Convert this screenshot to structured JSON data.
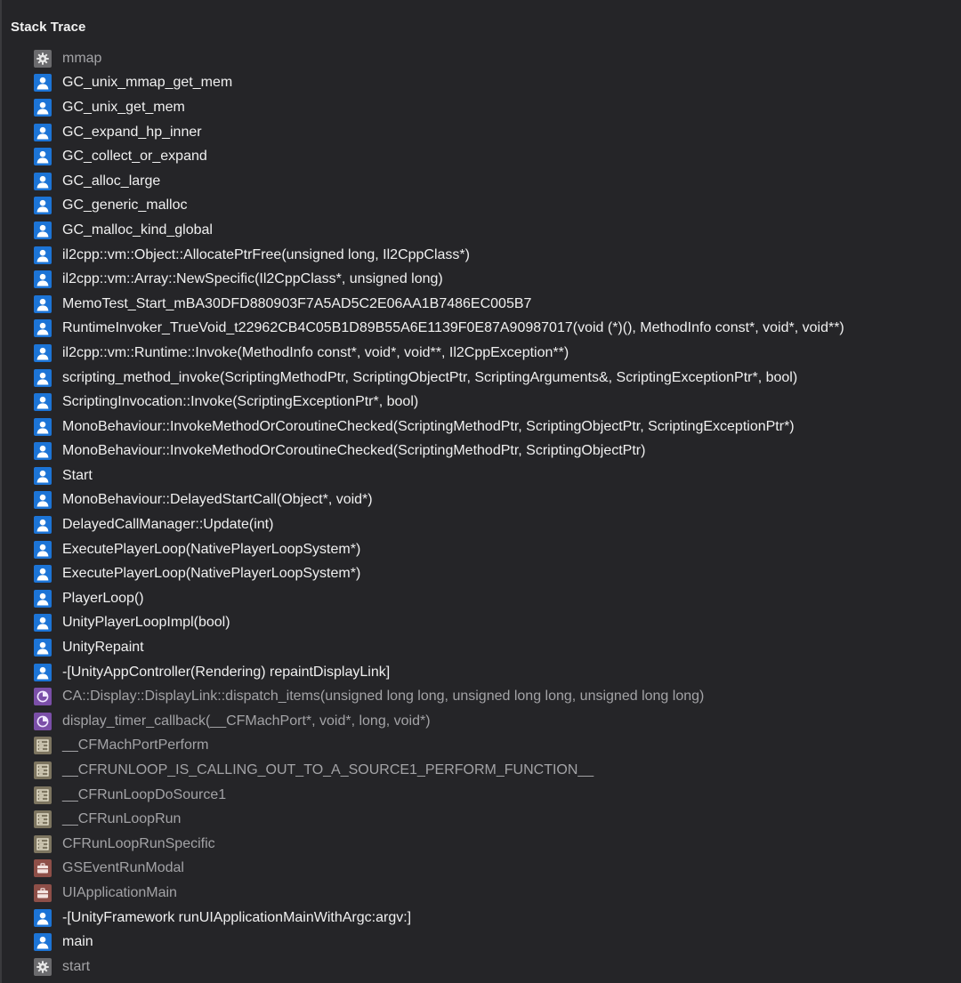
{
  "panel": {
    "title": "Stack Trace"
  },
  "frames": [
    {
      "label": "mmap",
      "icon": "gear-icon",
      "kind": "system"
    },
    {
      "label": "GC_unix_mmap_get_mem",
      "icon": "user-code-icon",
      "kind": "user"
    },
    {
      "label": "GC_unix_get_mem",
      "icon": "user-code-icon",
      "kind": "user"
    },
    {
      "label": "GC_expand_hp_inner",
      "icon": "user-code-icon",
      "kind": "user"
    },
    {
      "label": "GC_collect_or_expand",
      "icon": "user-code-icon",
      "kind": "user"
    },
    {
      "label": "GC_alloc_large",
      "icon": "user-code-icon",
      "kind": "user"
    },
    {
      "label": "GC_generic_malloc",
      "icon": "user-code-icon",
      "kind": "user"
    },
    {
      "label": "GC_malloc_kind_global",
      "icon": "user-code-icon",
      "kind": "user"
    },
    {
      "label": "il2cpp::vm::Object::AllocatePtrFree(unsigned long, Il2CppClass*)",
      "icon": "user-code-icon",
      "kind": "user"
    },
    {
      "label": "il2cpp::vm::Array::NewSpecific(Il2CppClass*, unsigned long)",
      "icon": "user-code-icon",
      "kind": "user"
    },
    {
      "label": "MemoTest_Start_mBA30DFD880903F7A5AD5C2E06AA1B7486EC005B7",
      "icon": "user-code-icon",
      "kind": "user"
    },
    {
      "label": "RuntimeInvoker_TrueVoid_t22962CB4C05B1D89B55A6E1139F0E87A90987017(void (*)(), MethodInfo const*, void*, void**)",
      "icon": "user-code-icon",
      "kind": "user"
    },
    {
      "label": "il2cpp::vm::Runtime::Invoke(MethodInfo const*, void*, void**, Il2CppException**)",
      "icon": "user-code-icon",
      "kind": "user"
    },
    {
      "label": "scripting_method_invoke(ScriptingMethodPtr, ScriptingObjectPtr, ScriptingArguments&, ScriptingExceptionPtr*, bool)",
      "icon": "user-code-icon",
      "kind": "user"
    },
    {
      "label": "ScriptingInvocation::Invoke(ScriptingExceptionPtr*, bool)",
      "icon": "user-code-icon",
      "kind": "user"
    },
    {
      "label": "MonoBehaviour::InvokeMethodOrCoroutineChecked(ScriptingMethodPtr, ScriptingObjectPtr, ScriptingExceptionPtr*)",
      "icon": "user-code-icon",
      "kind": "user"
    },
    {
      "label": "MonoBehaviour::InvokeMethodOrCoroutineChecked(ScriptingMethodPtr, ScriptingObjectPtr)",
      "icon": "user-code-icon",
      "kind": "user"
    },
    {
      "label": "Start",
      "icon": "user-code-icon",
      "kind": "user"
    },
    {
      "label": "MonoBehaviour::DelayedStartCall(Object*, void*)",
      "icon": "user-code-icon",
      "kind": "user"
    },
    {
      "label": "DelayedCallManager::Update(int)",
      "icon": "user-code-icon",
      "kind": "user"
    },
    {
      "label": "ExecutePlayerLoop(NativePlayerLoopSystem*)",
      "icon": "user-code-icon",
      "kind": "user"
    },
    {
      "label": "ExecutePlayerLoop(NativePlayerLoopSystem*)",
      "icon": "user-code-icon",
      "kind": "user"
    },
    {
      "label": "PlayerLoop()",
      "icon": "user-code-icon",
      "kind": "user"
    },
    {
      "label": "UnityPlayerLoopImpl(bool)",
      "icon": "user-code-icon",
      "kind": "user"
    },
    {
      "label": "UnityRepaint",
      "icon": "user-code-icon",
      "kind": "user"
    },
    {
      "label": "-[UnityAppController(Rendering) repaintDisplayLink]",
      "icon": "user-code-icon",
      "kind": "user"
    },
    {
      "label": "CA::Display::DisplayLink::dispatch_items(unsigned long long, unsigned long long, unsigned long long)",
      "icon": "display-icon",
      "kind": "system"
    },
    {
      "label": "display_timer_callback(__CFMachPort*, void*, long, void*)",
      "icon": "display-icon",
      "kind": "system"
    },
    {
      "label": "__CFMachPortPerform",
      "icon": "library-icon",
      "kind": "system"
    },
    {
      "label": "__CFRUNLOOP_IS_CALLING_OUT_TO_A_SOURCE1_PERFORM_FUNCTION__",
      "icon": "library-icon",
      "kind": "system"
    },
    {
      "label": "__CFRunLoopDoSource1",
      "icon": "library-icon",
      "kind": "system"
    },
    {
      "label": "__CFRunLoopRun",
      "icon": "library-icon",
      "kind": "system"
    },
    {
      "label": "CFRunLoopRunSpecific",
      "icon": "library-icon",
      "kind": "system"
    },
    {
      "label": "GSEventRunModal",
      "icon": "briefcase-icon",
      "kind": "system"
    },
    {
      "label": "UIApplicationMain",
      "icon": "briefcase-icon",
      "kind": "system"
    },
    {
      "label": "-[UnityFramework runUIApplicationMainWithArgc:argv:]",
      "icon": "user-code-icon",
      "kind": "user"
    },
    {
      "label": "main",
      "icon": "user-code-icon",
      "kind": "user"
    },
    {
      "label": "start",
      "icon": "gear-icon",
      "kind": "system"
    }
  ]
}
